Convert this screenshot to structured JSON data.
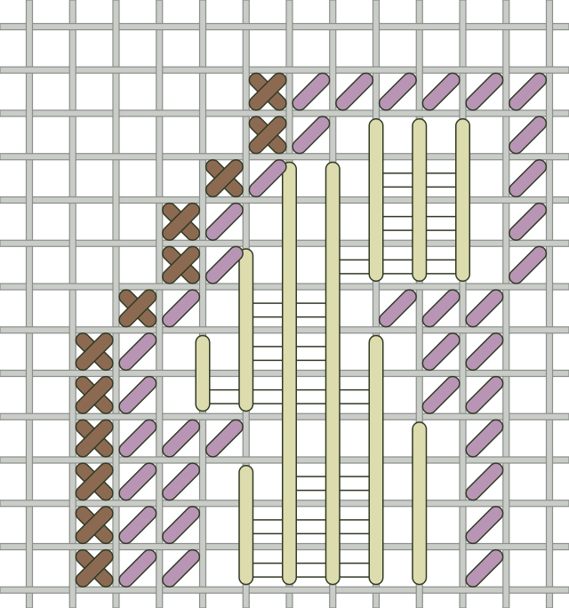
{
  "colors": {
    "background": "#ffffff",
    "canvas_thread_fill": "#c9ccc7",
    "canvas_thread_edge": "#8a8f8b",
    "cross_stitch": "#8c6a52",
    "diagonal_stitch": "#b995b5",
    "vertical_stitch": "#dddcae",
    "horizontal_stitch": "#ffffff",
    "stitch_outline": "#2f3a24"
  },
  "canvas": {
    "columns": 13,
    "rows": 14
  },
  "stitches": {
    "cross": [
      [
        5,
        1
      ],
      [
        5,
        2
      ],
      [
        4,
        3
      ],
      [
        3,
        4
      ],
      [
        3,
        5
      ],
      [
        2,
        6
      ],
      [
        1,
        7
      ],
      [
        1,
        8
      ],
      [
        1,
        9
      ],
      [
        1,
        10
      ],
      [
        1,
        11
      ],
      [
        1,
        12
      ]
    ],
    "diagonal": [
      [
        6,
        1
      ],
      [
        7,
        1
      ],
      [
        8,
        1
      ],
      [
        9,
        1
      ],
      [
        10,
        1
      ],
      [
        11,
        1
      ],
      [
        6,
        2
      ],
      [
        11,
        2
      ],
      [
        5,
        3
      ],
      [
        11,
        3
      ],
      [
        4,
        4
      ],
      [
        11,
        4
      ],
      [
        4,
        5
      ],
      [
        11,
        5
      ],
      [
        3,
        6
      ],
      [
        8,
        6
      ],
      [
        9,
        6
      ],
      [
        10,
        6
      ],
      [
        2,
        7
      ],
      [
        9,
        7
      ],
      [
        10,
        7
      ],
      [
        2,
        8
      ],
      [
        9,
        8
      ],
      [
        10,
        8
      ],
      [
        2,
        9
      ],
      [
        3,
        9
      ],
      [
        4,
        9
      ],
      [
        10,
        9
      ],
      [
        2,
        10
      ],
      [
        3,
        10
      ],
      [
        10,
        10
      ],
      [
        2,
        11
      ],
      [
        3,
        11
      ],
      [
        10,
        11
      ],
      [
        2,
        12
      ],
      [
        3,
        12
      ],
      [
        10,
        12
      ]
    ],
    "vertical": [
      [
        8,
        2,
        6
      ],
      [
        9,
        2,
        6
      ],
      [
        10,
        2,
        6
      ],
      [
        6,
        3,
        13
      ],
      [
        7,
        3,
        13
      ],
      [
        5,
        5,
        9
      ],
      [
        4,
        7,
        9
      ],
      [
        8,
        7,
        13
      ],
      [
        9,
        9,
        13
      ],
      [
        5,
        10,
        13
      ]
    ],
    "horizontal": [
      [
        8,
        10,
        3
      ],
      [
        8,
        10,
        4
      ],
      [
        7,
        10,
        5
      ],
      [
        5,
        7,
        6
      ],
      [
        5,
        7,
        7
      ],
      [
        4,
        8,
        8
      ],
      [
        6,
        8,
        10
      ],
      [
        5,
        8,
        11
      ],
      [
        5,
        8,
        12
      ]
    ]
  }
}
